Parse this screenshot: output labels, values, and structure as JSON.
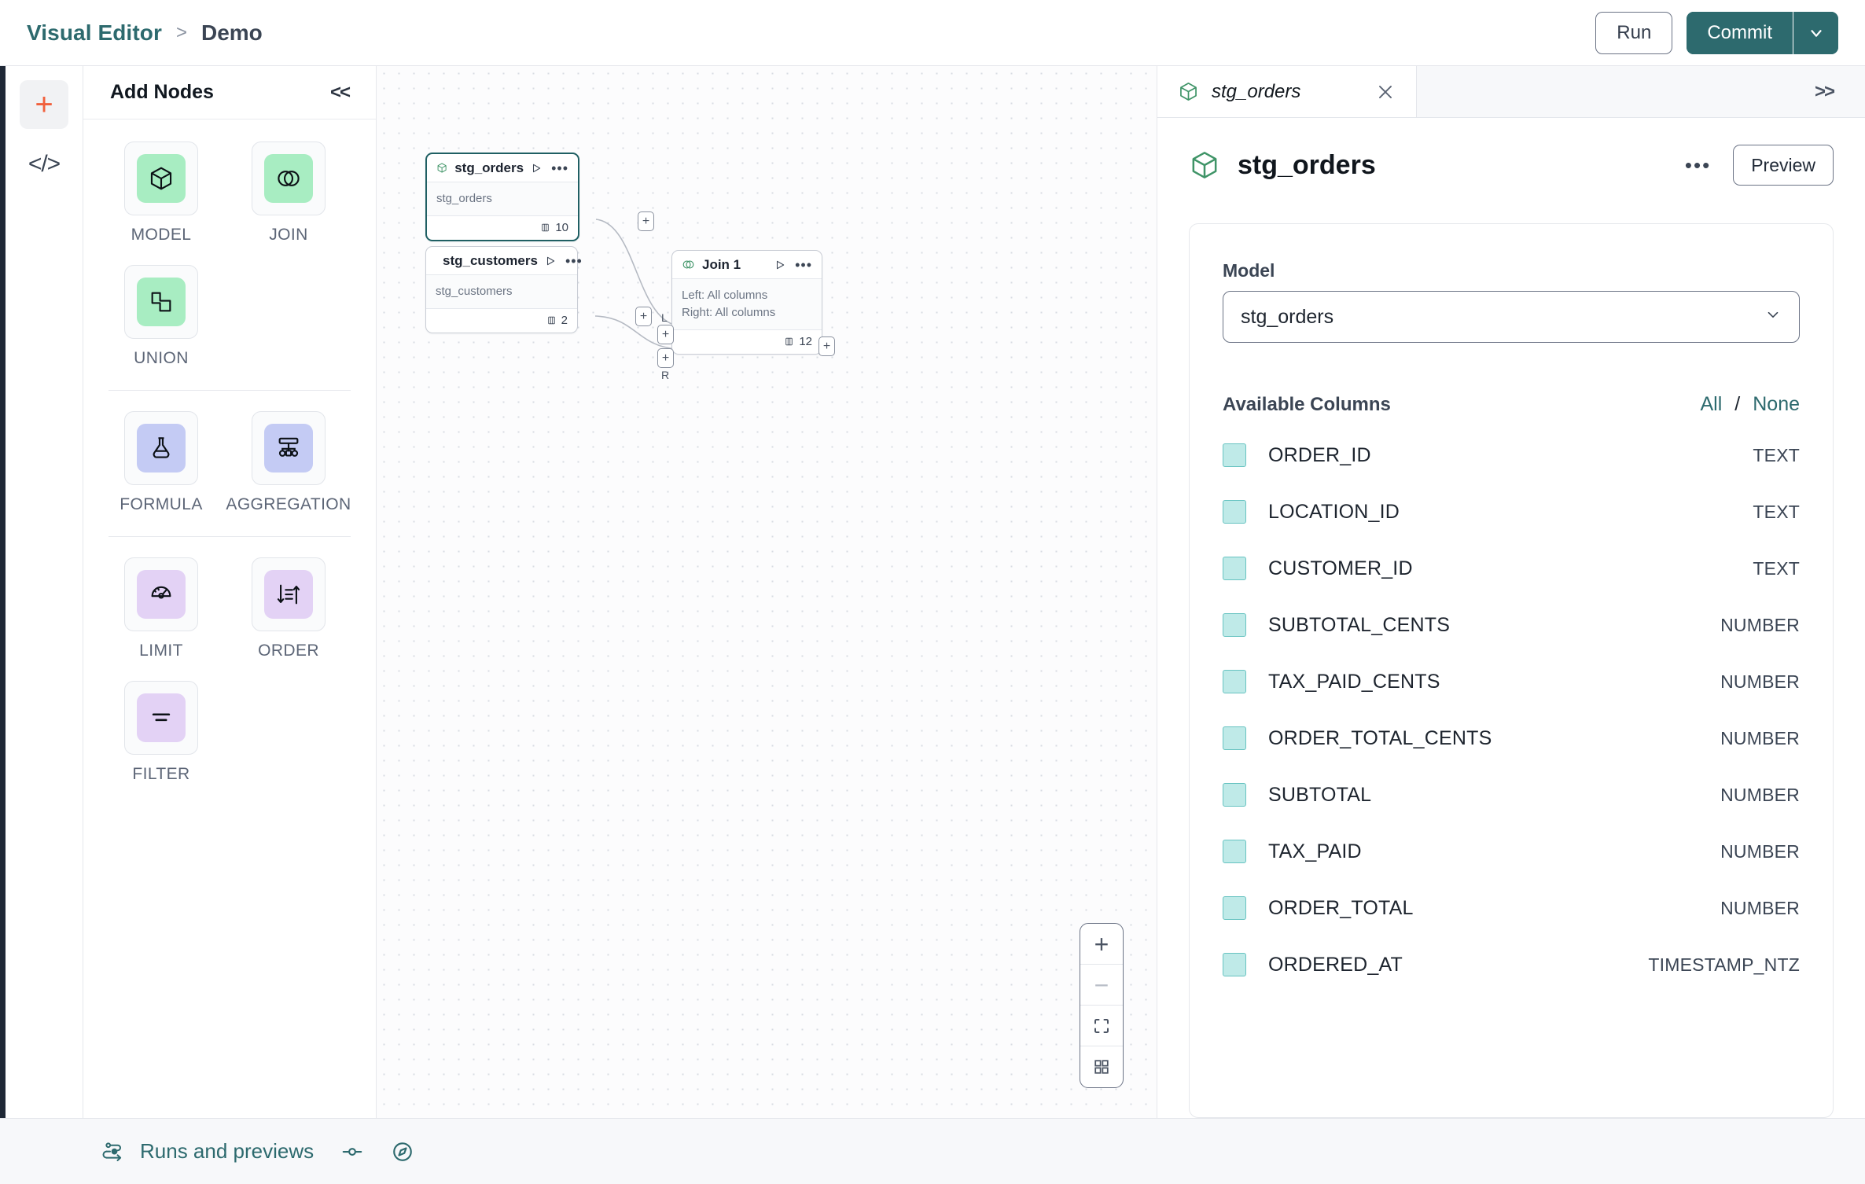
{
  "topbar": {
    "breadcrumb_root": "Visual Editor",
    "breadcrumb_sep": ">",
    "breadcrumb_leaf": "Demo",
    "run_label": "Run",
    "commit_label": "Commit"
  },
  "rail": {
    "add_icon": "plus-icon",
    "code_icon": "code-icon"
  },
  "nodes_panel": {
    "title": "Add Nodes",
    "collapse_label": "<<",
    "groups": [
      {
        "items": [
          {
            "label": "MODEL",
            "icon": "cube-icon",
            "swatch": "sw-green"
          },
          {
            "label": "JOIN",
            "icon": "venn-icon",
            "swatch": "sw-green"
          },
          {
            "label": "UNION",
            "icon": "union-icon",
            "swatch": "sw-green"
          }
        ]
      },
      {
        "items": [
          {
            "label": "FORMULA",
            "icon": "flask-icon",
            "swatch": "sw-peri"
          },
          {
            "label": "AGGREGATION",
            "icon": "hierarchy-icon",
            "swatch": "sw-peri"
          }
        ]
      },
      {
        "items": [
          {
            "label": "LIMIT",
            "icon": "gauge-icon",
            "swatch": "sw-lilac"
          },
          {
            "label": "ORDER",
            "icon": "sort-icon",
            "swatch": "sw-lilac"
          },
          {
            "label": "FILTER",
            "icon": "filter-icon",
            "swatch": "sw-lilac"
          }
        ]
      }
    ]
  },
  "canvas": {
    "nodes": [
      {
        "id": "stg_orders",
        "title": "stg_orders",
        "icon": "cube-icon",
        "body_lines": [
          "stg_orders"
        ],
        "columns_count": "10",
        "selected": true
      },
      {
        "id": "stg_customers",
        "title": "stg_customers",
        "icon": "cube-icon",
        "body_lines": [
          "stg_customers"
        ],
        "columns_count": "2",
        "selected": false
      },
      {
        "id": "join_1",
        "title": "Join 1",
        "icon": "venn-icon",
        "body_lines": [
          "Left: All columns",
          "Right: All columns"
        ],
        "columns_count": "12",
        "selected": false,
        "input_port_labels": [
          "L",
          "R"
        ]
      }
    ],
    "port_symbol": "+",
    "zoom_controls": [
      {
        "name": "zoom-in",
        "glyph": "+"
      },
      {
        "name": "zoom-out",
        "glyph": "−"
      },
      {
        "name": "fit-view",
        "glyph": "fit"
      },
      {
        "name": "minimap-toggle",
        "glyph": "grid"
      }
    ]
  },
  "right_panel": {
    "tab_label": "stg_orders",
    "tab_close_icon": "close-icon",
    "expand_label": ">>",
    "title": "stg_orders",
    "more_label": "•••",
    "preview_label": "Preview",
    "model_field_label": "Model",
    "model_value": "stg_orders",
    "columns_title": "Available Columns",
    "select_all_label": "All",
    "select_divider": "/",
    "select_none_label": "None",
    "columns": [
      {
        "name": "ORDER_ID",
        "type": "TEXT",
        "checked": true
      },
      {
        "name": "LOCATION_ID",
        "type": "TEXT",
        "checked": true
      },
      {
        "name": "CUSTOMER_ID",
        "type": "TEXT",
        "checked": true
      },
      {
        "name": "SUBTOTAL_CENTS",
        "type": "NUMBER",
        "checked": true
      },
      {
        "name": "TAX_PAID_CENTS",
        "type": "NUMBER",
        "checked": true
      },
      {
        "name": "ORDER_TOTAL_CENTS",
        "type": "NUMBER",
        "checked": true
      },
      {
        "name": "SUBTOTAL",
        "type": "NUMBER",
        "checked": true
      },
      {
        "name": "TAX_PAID",
        "type": "NUMBER",
        "checked": true
      },
      {
        "name": "ORDER_TOTAL",
        "type": "NUMBER",
        "checked": true
      },
      {
        "name": "ORDERED_AT",
        "type": "TIMESTAMP_NTZ",
        "checked": true
      }
    ]
  },
  "bottombar": {
    "runs_label": "Runs and previews",
    "runs_icon": "flow-icon",
    "slider_icon": "slider-icon",
    "compass_icon": "compass-icon"
  },
  "colors": {
    "accent_teal": "#2d6a6e",
    "accent_orange": "#f1603c",
    "node_green": "#a8edc2",
    "node_periwinkle": "#c4cbf4",
    "node_lilac": "#e3d2f5",
    "checkbox_fill": "#bfeae8"
  }
}
